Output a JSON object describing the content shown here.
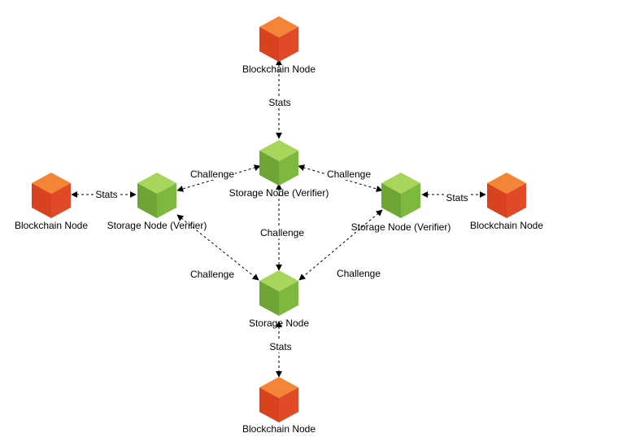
{
  "colors": {
    "blockchain_top": "#F58536",
    "blockchain_left": "#D9421F",
    "blockchain_right": "#E04A27",
    "blockchain_front": "#DD4326",
    "storage_top": "#A7D65A",
    "storage_left": "#6FA536",
    "storage_right": "#7DB83F",
    "storage_front": "#7AB540"
  },
  "nodes": {
    "blockchain_top": {
      "label": "Blockchain Node",
      "kind": "blockchain"
    },
    "blockchain_left": {
      "label": "Blockchain Node",
      "kind": "blockchain"
    },
    "blockchain_right": {
      "label": "Blockchain Node",
      "kind": "blockchain"
    },
    "blockchain_bottom": {
      "label": "Blockchain Node",
      "kind": "blockchain"
    },
    "storage_center": {
      "label": "Storage Node (Verifier)",
      "kind": "storage"
    },
    "storage_left": {
      "label": "Storage Node (Verifier)",
      "kind": "storage"
    },
    "storage_right": {
      "label": "Storage Node (Verifier)",
      "kind": "storage"
    },
    "storage_bottom": {
      "label": "Storage Node",
      "kind": "storage"
    }
  },
  "edges": {
    "top_stats": {
      "label": "Stats"
    },
    "left_stats": {
      "label": "Stats"
    },
    "right_stats": {
      "label": "Stats"
    },
    "bottom_stats": {
      "label": "Stats"
    },
    "center_left_challenge": {
      "label": "Challenge"
    },
    "center_right_challenge": {
      "label": "Challenge"
    },
    "center_bottom_challenge": {
      "label": "Challenge"
    },
    "left_bottom_challenge": {
      "label": "Challenge"
    },
    "right_bottom_challenge": {
      "label": "Challenge"
    }
  }
}
